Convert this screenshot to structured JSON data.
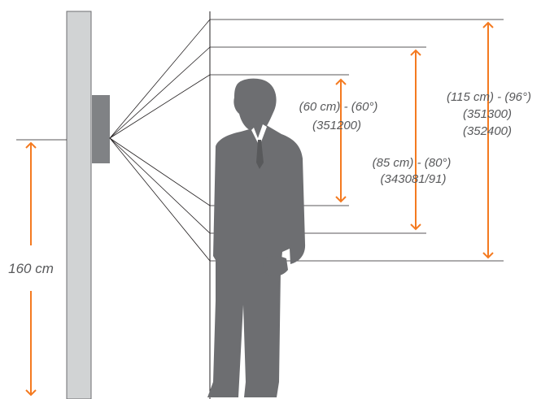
{
  "colors": {
    "arrow": "#f47a20",
    "wall": "#d1d3d4",
    "wall_stroke": "#6d6e71",
    "device": "#808285",
    "figure": "#6d6e71",
    "line": "#231f20",
    "text": "#58595b"
  },
  "labels": {
    "mount_height": "160 cm",
    "range_60": {
      "line1": "(60 cm) - (60°)",
      "line2": "(351200)"
    },
    "range_85": {
      "line1": "(85 cm) - (80°)",
      "line2": "(343081/91)"
    },
    "range_115": {
      "line1": "(115 cm) - (96°)",
      "line2": "(351300)",
      "line3": "(352400)"
    }
  }
}
